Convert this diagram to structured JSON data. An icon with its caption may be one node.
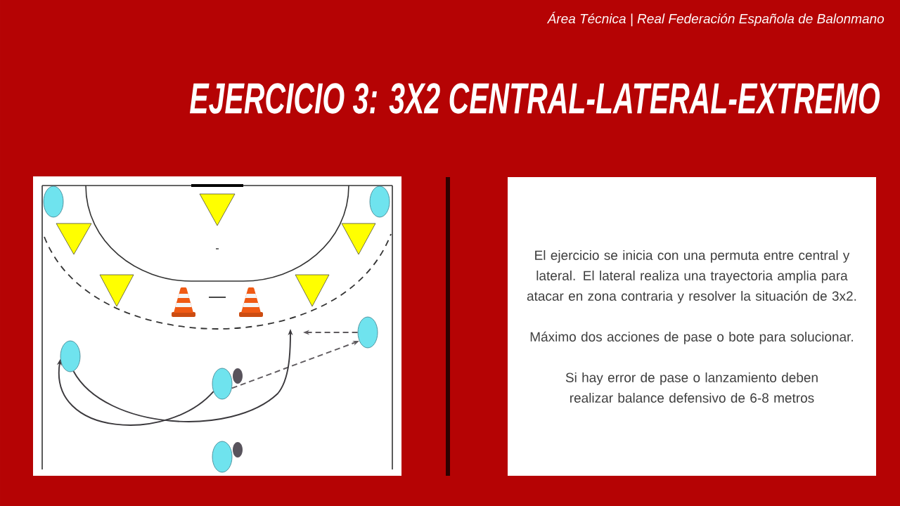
{
  "diagram": {
    "title": "EJERCICIO 3: 3X2 CENTRAL-LATERAL-EXTREMO",
    "nodes": [
      {
        "text": [],
        "shape": "circle"
      },
      {
        "text": [],
        "shape": "circle"
      },
      {
        "text": [],
        "shape": "circle"
      },
      {
        "text": [],
        "shape": "circle"
      },
      {
        "text": [],
        "shape": "circle"
      },
      {
        "text": [],
        "shape": "circle"
      },
      {
        "text": [
          "El ejercicio se inicia con una permuta entre central y lateral. El lateral realiza una trayectoria amplia para atacar en zona contraria y resolver la situación de 3x2.",
          "Máximo dos acciones de pase o bote para solucionar.",
          "Si hay error de pase o lanzamiento deben realizar balance defensivo de 6-8 metros"
        ]
      }
    ],
    "edges": [
      {
        "from": 4,
        "to": 2,
        "arrow": "to",
        "style": "dashed",
        "color": "#5e5a5e"
      },
      {
        "from": 2,
        "to": null,
        "arrow": "to",
        "style": "dashed",
        "color": "#5e5a5e"
      },
      {
        "from": 4,
        "to": 3,
        "arrow": "to"
      },
      {
        "from": 3,
        "to": null,
        "arrow": "to"
      }
    ],
    "labels": [
      "Área Técnica | Real Federación Española de Balonmano"
    ]
  }
}
